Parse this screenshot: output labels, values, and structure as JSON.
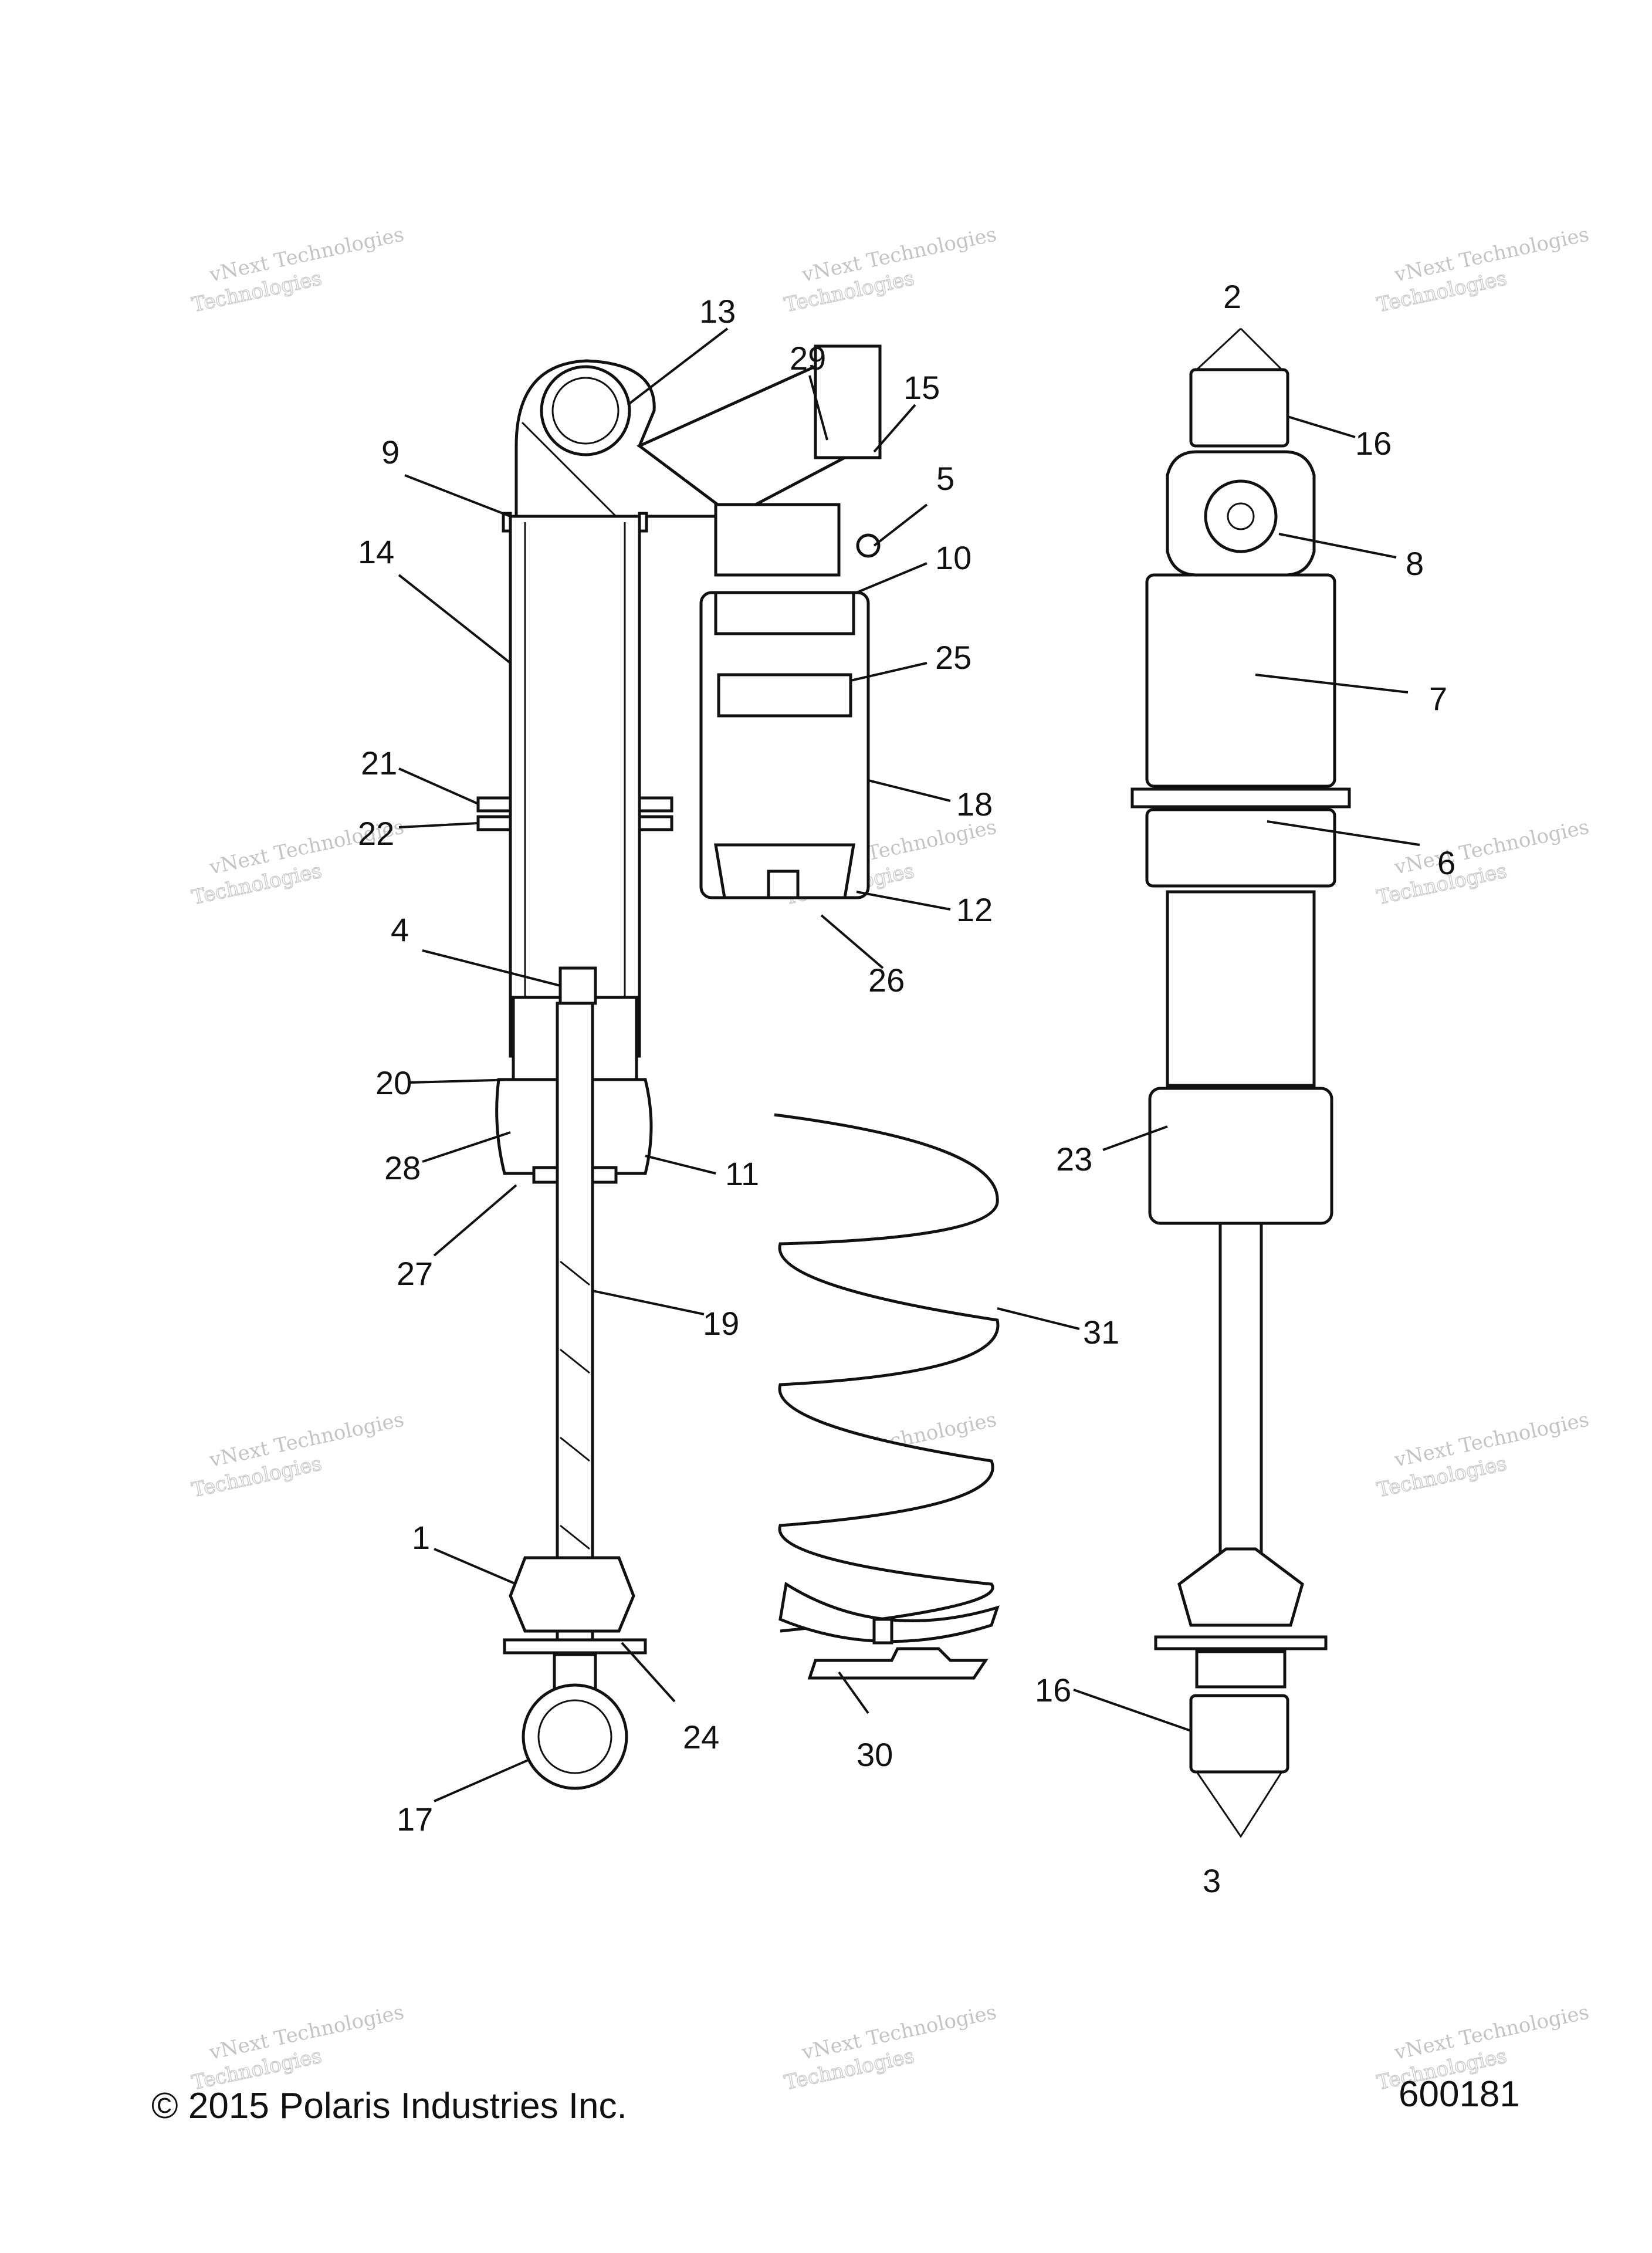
{
  "diagram": {
    "copyright": "© 2015 Polaris Industries Inc.",
    "figure_number": "600181",
    "watermark": {
      "line1": "vNext Technologies",
      "line2": "Technologies"
    },
    "callouts": {
      "c1": "1",
      "c2": "2",
      "c3": "3",
      "c4": "4",
      "c5": "5",
      "c6": "6",
      "c7": "7",
      "c8": "8",
      "c9": "9",
      "c10": "10",
      "c11": "11",
      "c12": "12",
      "c13": "13",
      "c14": "14",
      "c15": "15",
      "c16a": "16",
      "c16b": "16",
      "c17": "17",
      "c18": "18",
      "c19": "19",
      "c20": "20",
      "c21": "21",
      "c22": "22",
      "c23": "23",
      "c24": "24",
      "c25": "25",
      "c26": "26",
      "c27": "27",
      "c28": "28",
      "c29": "29",
      "c30": "30",
      "c31": "31"
    }
  }
}
